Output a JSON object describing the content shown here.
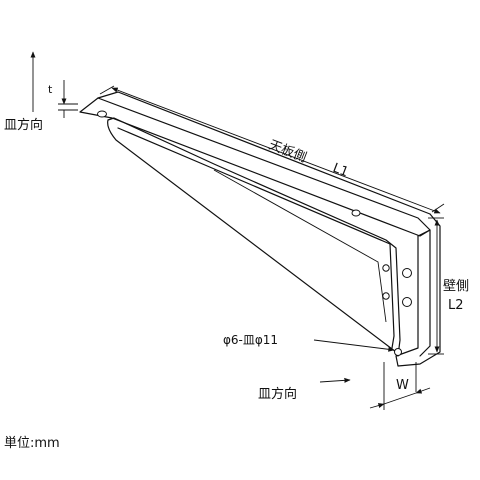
{
  "labels": {
    "thickness": "t",
    "plate_direction_upper": "皿方向",
    "top_side": "天板側",
    "length_1": "L1",
    "wall_side": "壁側",
    "length_2": "L2",
    "hole_spec": "φ6-皿φ11",
    "plate_direction_lower": "皿方向",
    "width": "W",
    "unit": "単位:mm"
  }
}
